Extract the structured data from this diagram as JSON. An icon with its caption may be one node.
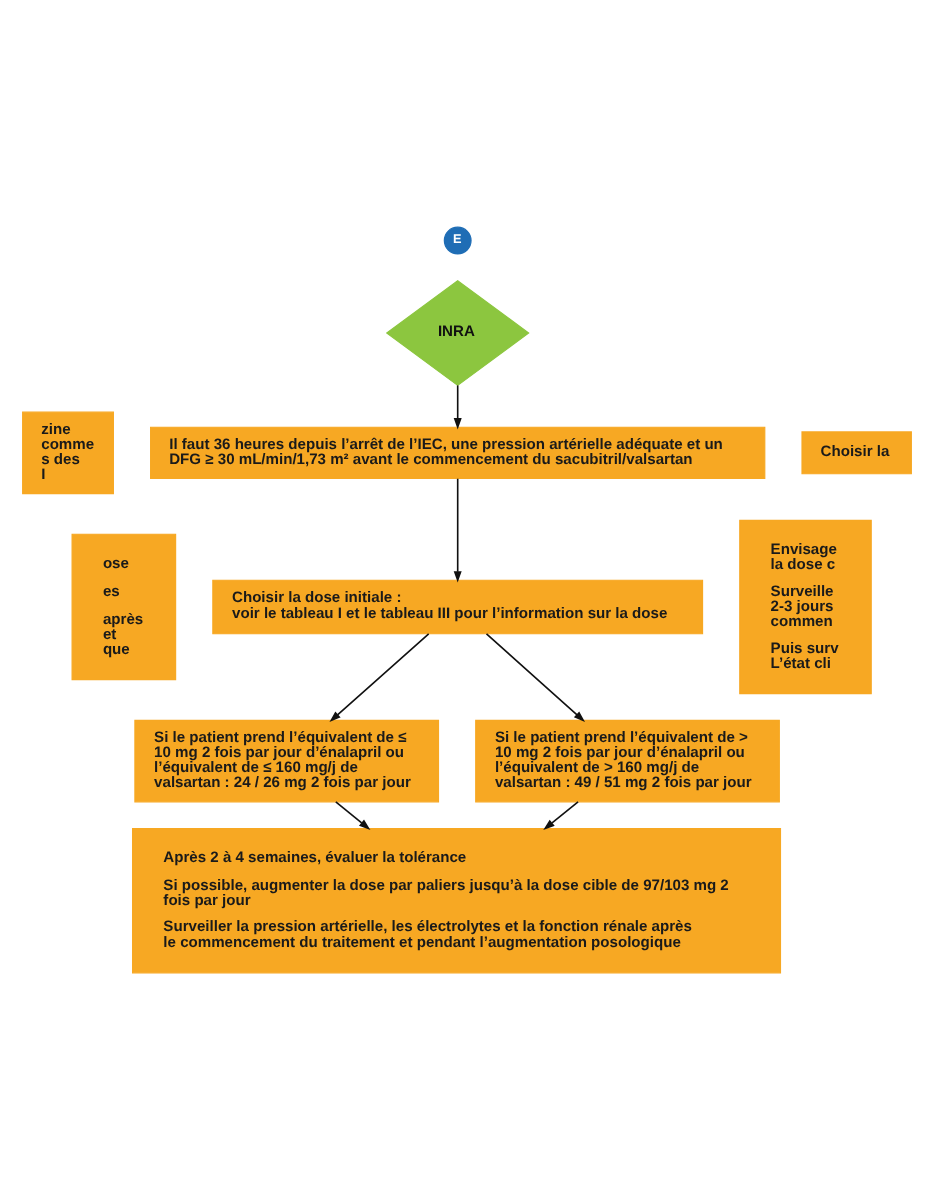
{
  "diagram": {
    "nodes": [
      {
        "text": [
          "E"
        ]
      },
      {
        "text": [
          "INRA"
        ]
      },
      {
        "text": [
          "zine comme s des I"
        ]
      },
      {
        "text": [
          "Il faut 36 heures depuis l’arrêt de l’IEC, une pression artérielle adéquate et un DFG ≥ 30 mL/min/1,73 m² avant le commencement du sacubitril/valsartan"
        ]
      },
      {
        "text": [
          "Choisir la"
        ]
      },
      {
        "text": [
          "Choisir la dose initiale :",
          "voir le tableau I et le tableau III pour l’information sur la dose"
        ]
      },
      {
        "text": [
          "Envisage la dose c",
          "Surveille 2-3 jours commen",
          "Puis surv L’état cli"
        ]
      },
      {
        "text": [
          "ose",
          "es",
          "après et que"
        ]
      },
      {
        "text": [
          "Si le patient prend l’équivalent de ≤ 10 mg 2 fois par jour d’énalapril ou l’équivalent de ≤ 160 mg/j de valsartan : 24 / 26 mg 2 fois par jour"
        ]
      },
      {
        "text": [
          "Si le patient prend l’équivalent de > 10 mg 2 fois par jour d’énalapril ou l’équivalent de > 160 mg/j de valsartan : 49 / 51 mg 2 fois par jour"
        ]
      },
      {
        "text": [
          "Après 2 à 4 semaines, évaluer la tolérance",
          "Si possible, augmenter la dose par paliers jusqu’à la dose cible de 97/103 mg 2 fois par jour",
          "Surveiller la pression artérielle, les électrolytes et la fonction rénale après le commencement du traitement et pendant l’augmentation posologique"
        ]
      }
    ],
    "edges": [
      {
        "from": 1,
        "to": 3,
        "arrow": "to"
      },
      {
        "from": 3,
        "to": 5,
        "arrow": "to"
      },
      {
        "from": 5,
        "to": 8,
        "arrow": "to"
      },
      {
        "from": 5,
        "to": 9,
        "arrow": "to"
      },
      {
        "from": 8,
        "to": 10,
        "arrow": "to"
      },
      {
        "from": 9,
        "to": 10,
        "arrow": "to"
      }
    ]
  }
}
